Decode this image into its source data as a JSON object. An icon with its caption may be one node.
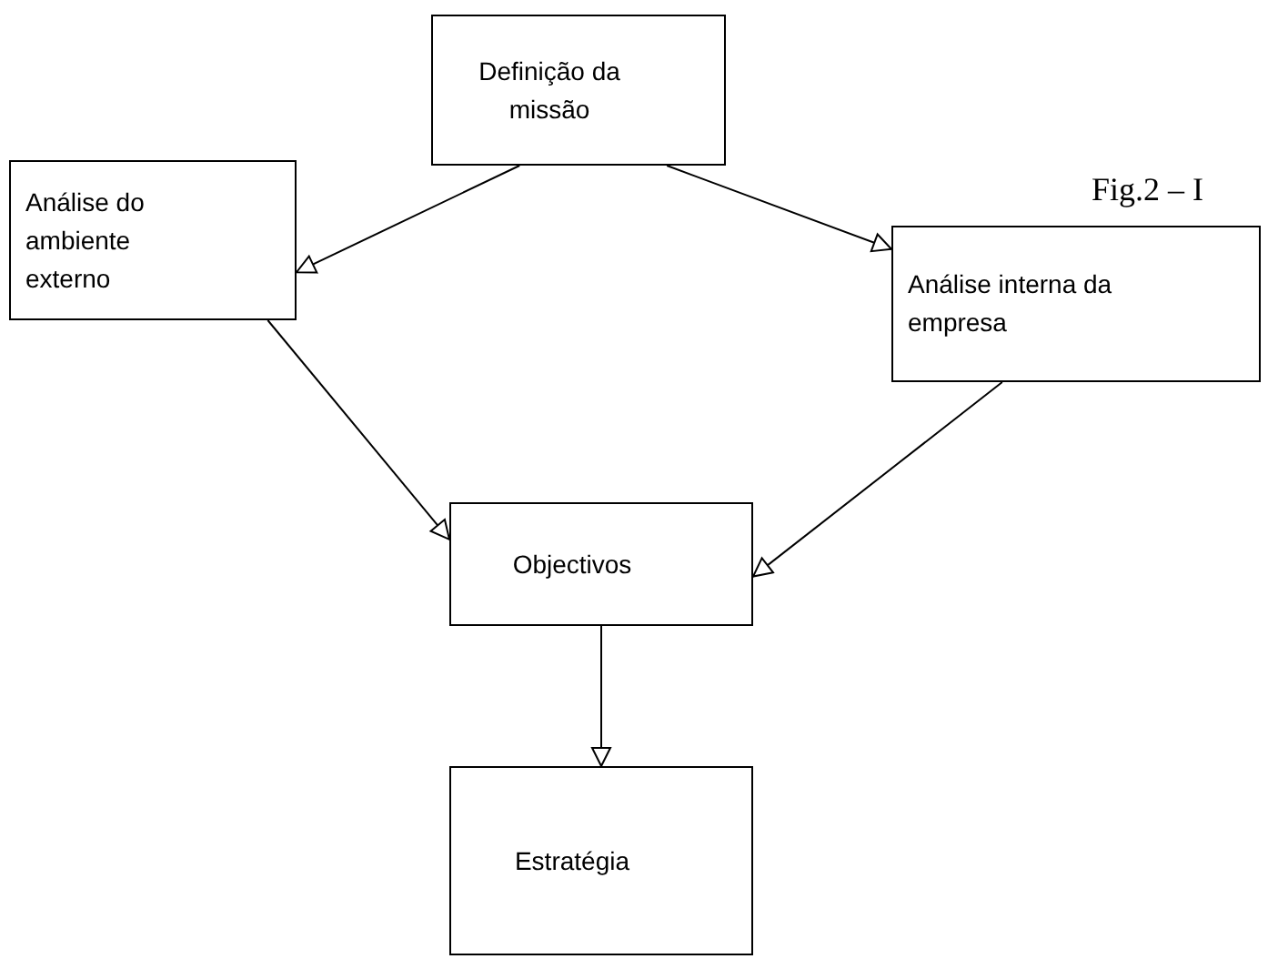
{
  "diagram": {
    "nodes": [
      {
        "text": [
          "Definição da missão"
        ]
      },
      {
        "text": [
          "Análise do ambiente externo"
        ]
      },
      {
        "text": [
          "Análise interna da empresa"
        ]
      },
      {
        "text": [
          "Objectivos"
        ]
      },
      {
        "text": [
          "Estratégia"
        ]
      }
    ],
    "edges": [
      {
        "from": 0,
        "to": 1,
        "arrow": "to"
      },
      {
        "from": 0,
        "to": 2,
        "arrow": "to"
      },
      {
        "from": 1,
        "to": 3,
        "arrow": "to"
      },
      {
        "from": 2,
        "to": 3,
        "arrow": "to"
      },
      {
        "from": 3,
        "to": 4,
        "arrow": "to"
      }
    ],
    "labels": [
      "Fig.2 – I"
    ]
  }
}
